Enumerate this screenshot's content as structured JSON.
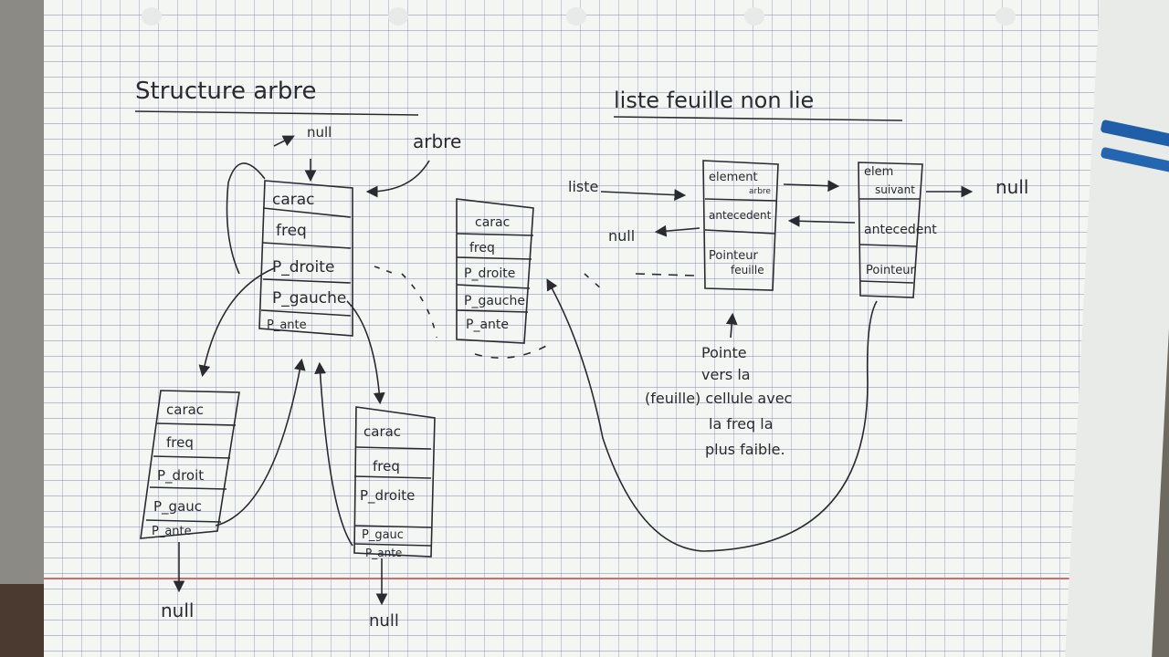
{
  "left_section": {
    "title": "Structure arbre",
    "pointer_label": "arbre",
    "top_null": "null",
    "root_node": [
      "carac",
      "freq",
      "P_droite",
      "P_gauche",
      "P_ante"
    ],
    "left_child": [
      "carac",
      "freq",
      "P_droit",
      "P_gauc",
      "P_ante"
    ],
    "right_child": [
      "carac",
      "freq",
      "P_droite",
      "P_gauc",
      "P_ante"
    ],
    "left_null": "null",
    "right_null": "null"
  },
  "middle_node": [
    "carac",
    "freq",
    "P_droite",
    "P_gauche",
    "P_ante"
  ],
  "right_section": {
    "title": "liste feuille non lie",
    "list_label": "liste",
    "cell1": [
      "element",
      "antecedent",
      "Pointeur"
    ],
    "cell1_sub": [
      "arbre",
      "feuille"
    ],
    "cell2": [
      "elem",
      "suivant",
      "antecedent",
      "Pointeur"
    ],
    "left_null": "null",
    "right_null": "null",
    "note_lines": [
      "Pointe",
      "vers la",
      "(feuille) cellule avec",
      "la freq la",
      "plus faible."
    ]
  },
  "colors": {
    "ink": "#2a2a30",
    "paper": "#f4f6f4",
    "margin": "#d06c6c"
  }
}
